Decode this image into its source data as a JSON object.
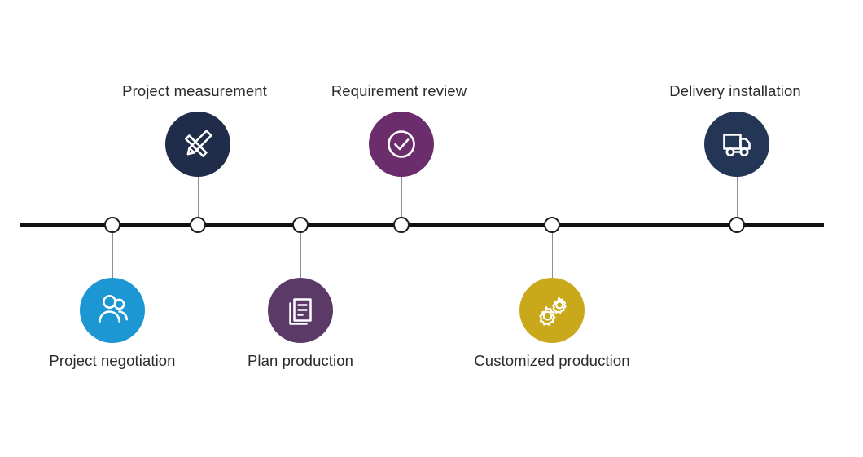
{
  "diagram": {
    "type": "process-timeline",
    "orientation": "horizontal",
    "background_color": "#ffffff",
    "axis": {
      "color": "#111111",
      "node_fill": "#ffffff",
      "node_stroke": "#1d1d1d",
      "node_count": 6,
      "stem_color": "#8d8f96"
    },
    "label_color": "#2b2b2b",
    "steps": [
      {
        "id": "project-negotiation",
        "label": "Project negotiation",
        "icon": "users-group-icon",
        "color": "#1C97D4",
        "side": "below",
        "order": 1
      },
      {
        "id": "project-measurement",
        "label": "Project measurement",
        "icon": "pencil-ruler-icon",
        "color": "#1F2D4A",
        "side": "above",
        "order": 2
      },
      {
        "id": "plan-production",
        "label": "Plan production",
        "icon": "documents-stack-icon",
        "color": "#5C3A68",
        "side": "below",
        "order": 3
      },
      {
        "id": "requirement-review",
        "label": "Requirement review",
        "icon": "check-circle-icon",
        "color": "#6B2D6B",
        "side": "above",
        "order": 4
      },
      {
        "id": "customized-production",
        "label": "Customized production",
        "icon": "gears-icon",
        "color": "#C9A91B",
        "side": "below",
        "order": 5
      },
      {
        "id": "delivery-installation",
        "label": "Delivery installation",
        "icon": "delivery-truck-icon",
        "color": "#243655",
        "side": "above",
        "order": 6
      }
    ]
  }
}
